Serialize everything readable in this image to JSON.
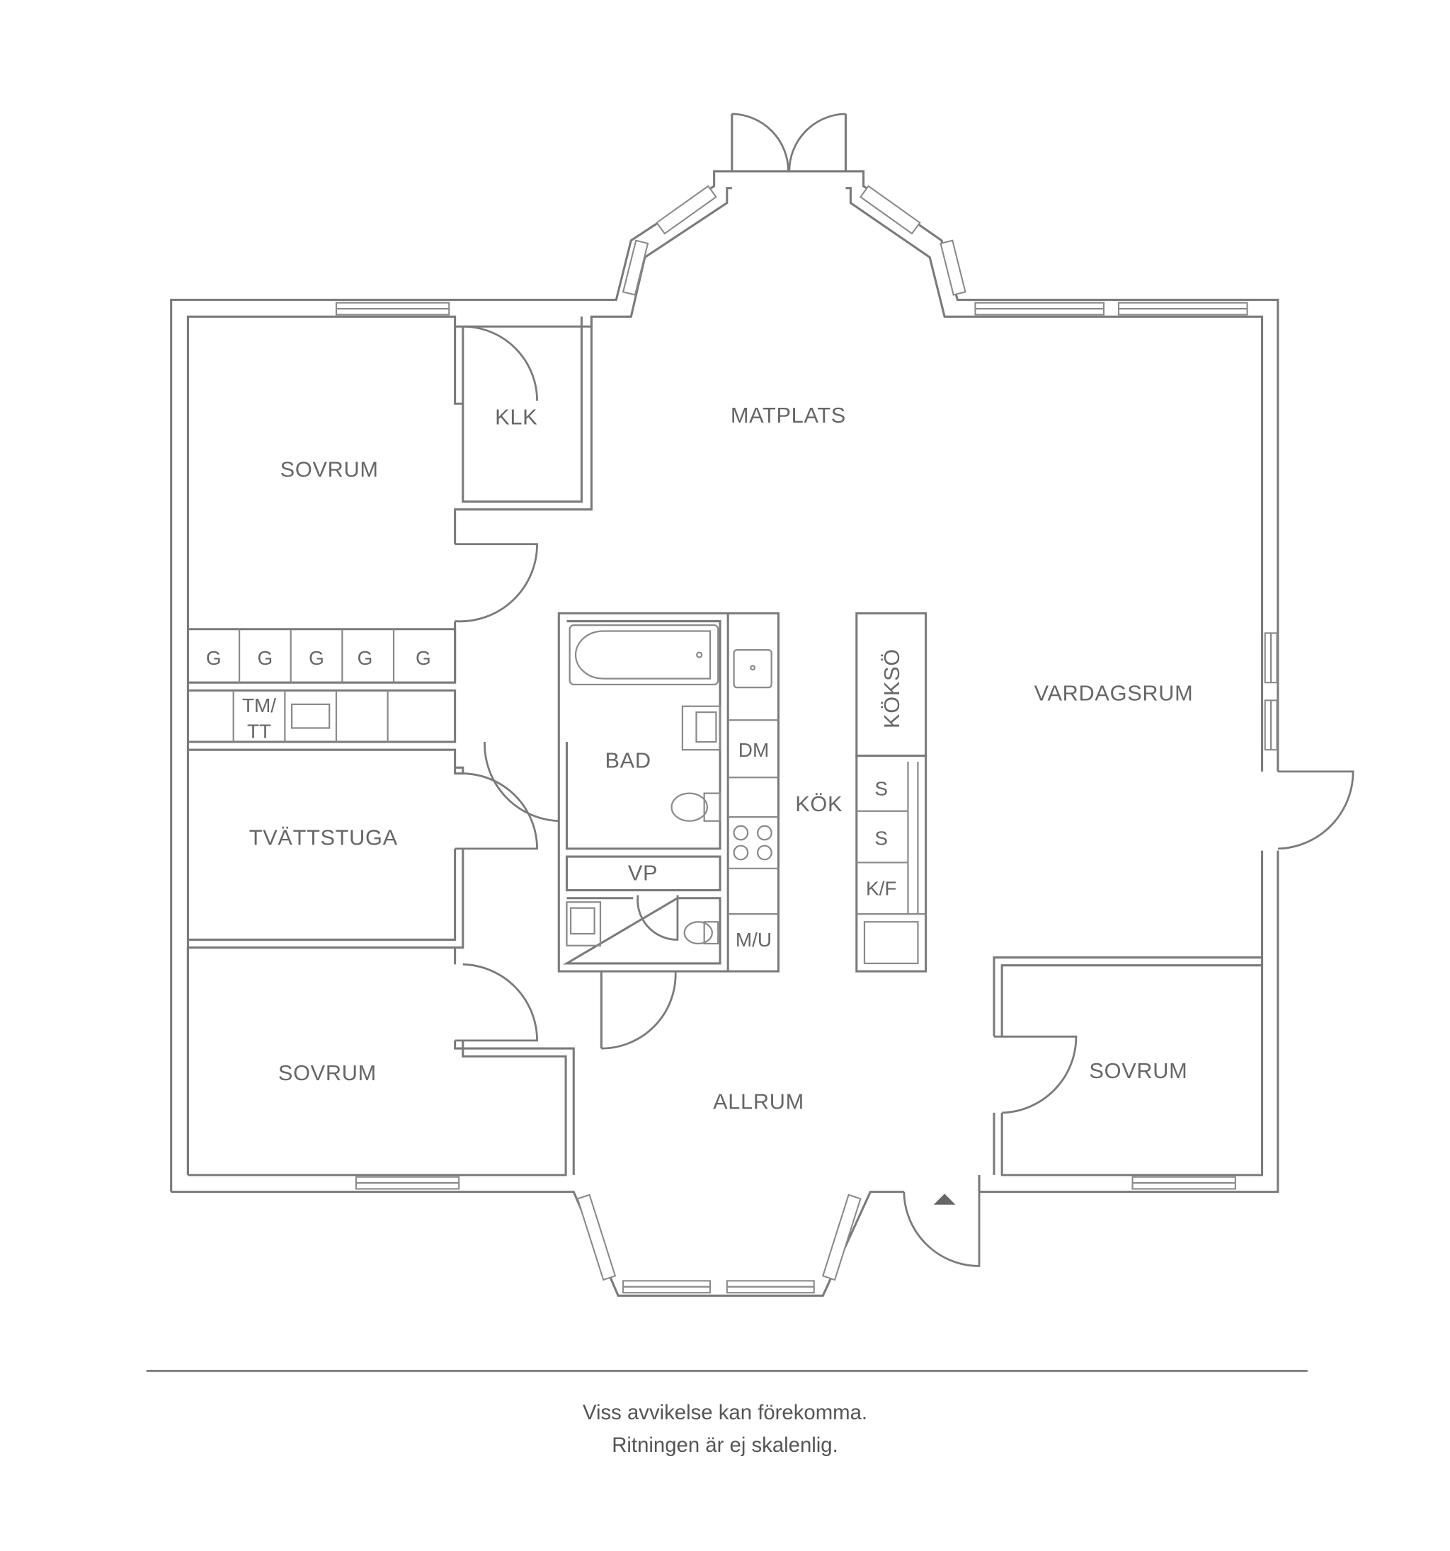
{
  "rooms": {
    "matplats": "MATPLATS",
    "klk": "KLK",
    "sovrum_top": "SOVRUM",
    "vardagsrum": "VARDAGSRUM",
    "bad": "BAD",
    "kok": "KÖK",
    "koksö": "KÖKSÖ",
    "tvattstuga": "TVÄTTSTUGA",
    "vp": "VP",
    "sovrum_bottom_left": "SOVRUM",
    "sovrum_bottom_right": "SOVRUM",
    "allrum": "ALLRUM"
  },
  "fixtures": {
    "wardrobes": [
      "G",
      "G",
      "G",
      "G",
      "G"
    ],
    "tm_tt_line1": "TM/",
    "tm_tt_line2": "TT",
    "dm": "DM",
    "mu": "M/U",
    "s1": "S",
    "s2": "S",
    "kf": "K/F"
  },
  "footer": {
    "line1": "Viss avvikelse kan förekomma.",
    "line2": "Ritningen är ej skalenlig."
  },
  "colors": {
    "line": "#7a7a7a",
    "text": "#666666"
  }
}
